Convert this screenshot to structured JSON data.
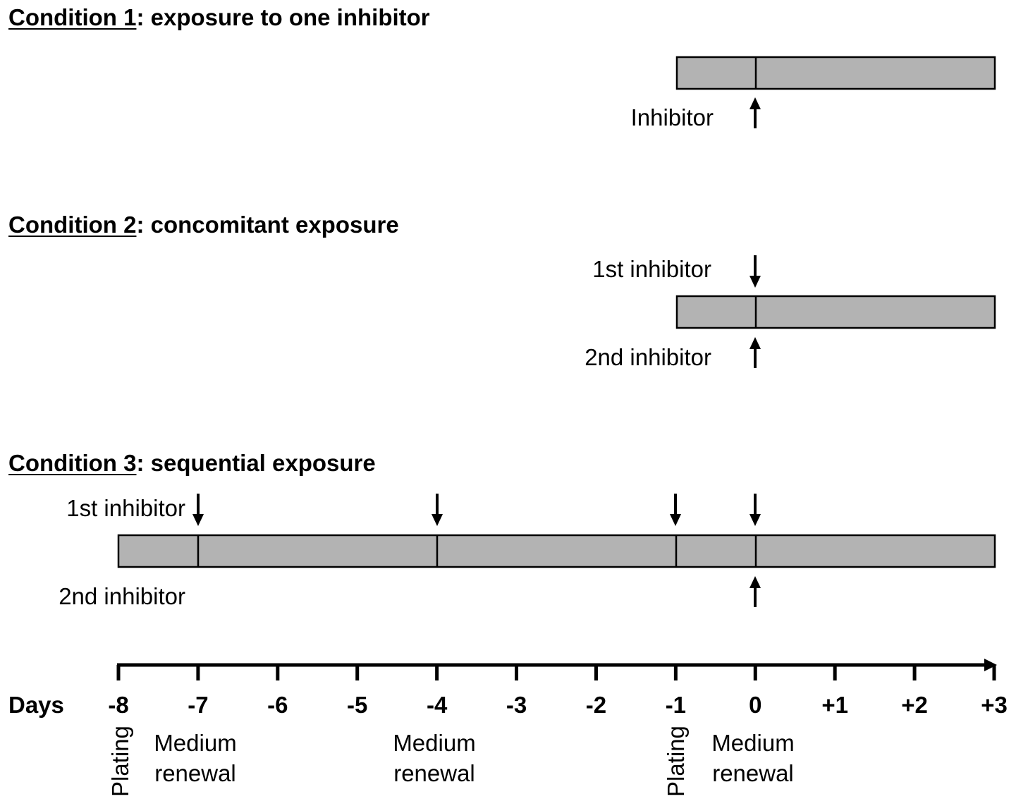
{
  "conditions": [
    {
      "prefix": "Condition 1",
      "rest": ": exposure to one inhibitor"
    },
    {
      "prefix": "Condition 2",
      "rest": ": concomitant exposure"
    },
    {
      "prefix": "Condition 3",
      "rest": ": sequential exposure"
    }
  ],
  "labels": {
    "c1_inhibitor": "Inhibitor",
    "c2_first": "1st inhibitor",
    "c2_second": "2nd inhibitor",
    "c3_first": "1st inhibitor",
    "c3_second": "2nd inhibitor"
  },
  "axis": {
    "label": "Days",
    "ticks": [
      "-8",
      "-7",
      "-6",
      "-5",
      "-4",
      "-3",
      "-2",
      "-1",
      "0",
      "+1",
      "+2",
      "+3"
    ]
  },
  "events": {
    "plating": "Plating",
    "medium_line1": "Medium",
    "medium_line2": "renewal"
  },
  "colors": {
    "bar_fill": "#b3b3b3",
    "stroke": "#000000"
  }
}
